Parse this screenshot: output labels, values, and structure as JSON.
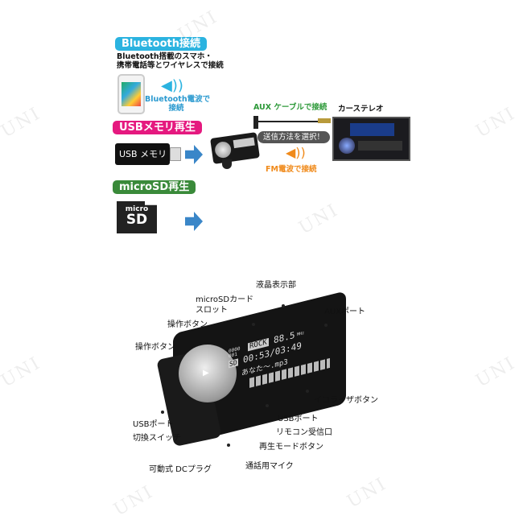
{
  "watermark": "UNI",
  "top": {
    "bluetooth": {
      "badge": "Bluetooth接続",
      "desc1": "Bluetooth搭載のスマホ・",
      "desc2": "携帯電話等とワイヤレスで接続",
      "wave1": "Bluetooth電波で",
      "wave2": "接続",
      "color": "#2bb3e0"
    },
    "usb": {
      "badge": "USBメモリ再生",
      "stick": "USB メモリ",
      "color": "#e5197f"
    },
    "microsd": {
      "badge": "microSD再生",
      "card_top": "micro",
      "card_bottom": "SD",
      "color": "#3a8a3a"
    },
    "aux_label": "AUX ケーブルで接続",
    "select_label": "送信方法を選択！",
    "fm_label": "FM電波で接続",
    "car_stereo": "カーステレオ"
  },
  "device": {
    "lcd": {
      "line1a": "0000",
      "line1b": "001",
      "genre": "ROCK",
      "freq": "88.5",
      "unit": "MHz",
      "time": "00:53/03:49",
      "sd": "SD",
      "title": "あなた～.mp3"
    },
    "labels": {
      "lcd": "液晶表示部",
      "sd_slot1": "microSDカード",
      "sd_slot2": "スロット",
      "aux_port": "AUXポート",
      "op_button1": "操作ボタン",
      "op_button2": "操作ボタン",
      "eq_button": "イコライザボタン",
      "usb_port": "USBポート",
      "usb_switch1": "USBポート",
      "usb_switch2": "切換スイッチ",
      "remote": "リモコン受信口",
      "play_mode": "再生モードボタン",
      "dc_plug": "可動式 DCプラグ",
      "mic": "通話用マイク"
    }
  }
}
